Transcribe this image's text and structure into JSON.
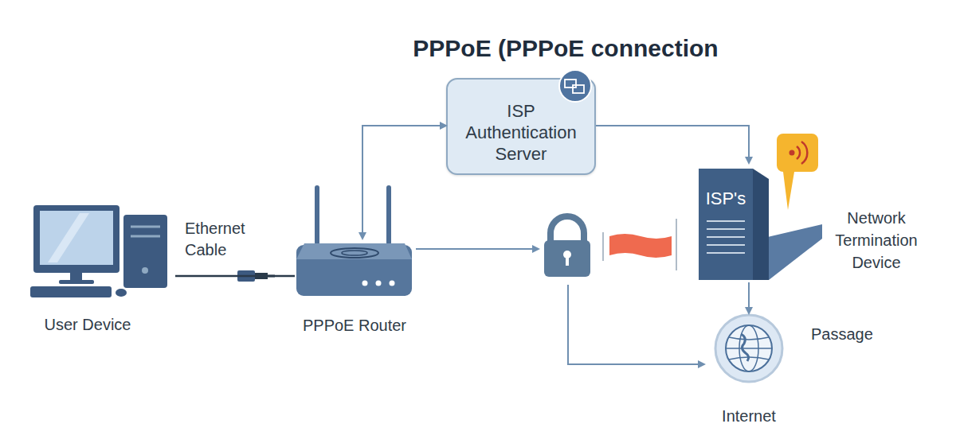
{
  "diagram": {
    "title": "PPPoE (PPPoE connection",
    "nodes": [
      {
        "text": [
          "ISP Authentication Server"
        ]
      },
      {
        "text": [
          "User Device"
        ]
      },
      {
        "text": [
          "PPPoE Router"
        ]
      },
      {
        "text": [
          "ISP's",
          "Network Termination Device"
        ]
      },
      {
        "text": [
          "Internet"
        ]
      }
    ],
    "edges": [
      {
        "from": 1,
        "to": 2,
        "label": "Ethernet Cable",
        "arrow": "none"
      },
      {
        "from": 2,
        "to": 0,
        "arrow": "both"
      },
      {
        "from": 0,
        "to": 3,
        "arrow": "to"
      },
      {
        "from": 3,
        "to": 4,
        "arrow": "to"
      }
    ],
    "labels": [
      "Passage"
    ]
  }
}
